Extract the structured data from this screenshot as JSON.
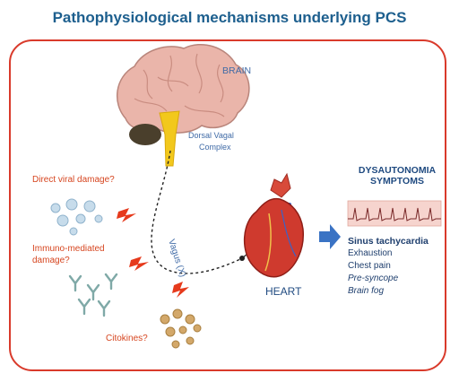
{
  "title": "Pathophysiological mechanisms underlying PCS",
  "labels": {
    "brain": "BRAIN",
    "dorsal_vagal": "Dorsal Vagal",
    "complex": "Complex",
    "vagus": "Vagus (X)",
    "heart": "HEART",
    "direct_viral": "Direct viral damage?",
    "immuno_line1": "Immuno-mediated",
    "immuno_line2": "damage?",
    "cytokines": "Citokines?"
  },
  "symptoms": {
    "header_line1": "DYSAUTONOMIA",
    "header_line2": "SYMPTOMS",
    "primary": "Sinus tachycardia",
    "items": [
      "Exhaustion",
      "Chest pain"
    ],
    "italic_items": [
      "Pre-syncope",
      "Brain fog"
    ]
  },
  "colors": {
    "title": "#1d5f8e",
    "frame": "#d93a2b",
    "risk_text": "#d6451f",
    "arrow": "#3a73c4",
    "brain": "#eab5aa",
    "brainstem": "#f2c81c",
    "heart": "#cf3a2e"
  }
}
